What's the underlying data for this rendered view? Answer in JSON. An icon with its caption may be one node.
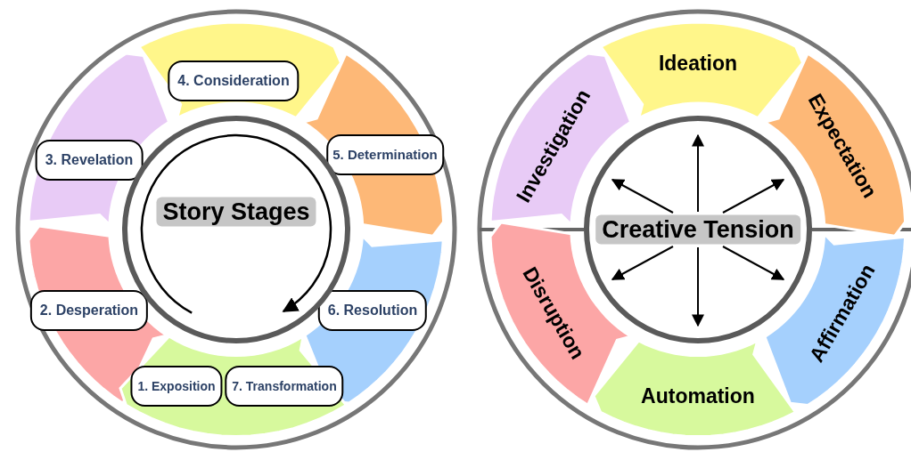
{
  "diagram": {
    "nodes": [
      {
        "text": [],
        "shape": "circle"
      },
      {
        "text": [
          "Story Stages"
        ],
        "in": 0
      },
      {
        "text": [
          "1. Exposition"
        ],
        "in": 22
      },
      {
        "text": [
          "2. Desperation"
        ],
        "in": 20
      },
      {
        "text": [
          "3. Revelation"
        ],
        "in": 18
      },
      {
        "text": [
          "4. Consideration"
        ],
        "in": 17
      },
      {
        "text": [
          "5. Determination"
        ],
        "in": 19
      },
      {
        "text": [
          "6. Resolution"
        ],
        "in": 21
      },
      {
        "text": [
          "7. Transformation"
        ],
        "in": 22
      },
      {
        "text": [],
        "shape": "circle"
      },
      {
        "text": [
          "Creative Tension"
        ],
        "in": 9
      },
      {
        "text": [
          "Ideation"
        ]
      },
      {
        "text": [
          "Investigation"
        ]
      },
      {
        "text": [
          "Expectation"
        ]
      },
      {
        "text": [
          "Disruption"
        ]
      },
      {
        "text": [
          "Affirmation"
        ]
      },
      {
        "text": [
          "Automation"
        ]
      },
      {
        "text": [],
        "shape": "box"
      },
      {
        "text": [],
        "shape": "box"
      },
      {
        "text": [],
        "shape": "box"
      },
      {
        "text": [],
        "shape": "box"
      },
      {
        "text": [],
        "shape": "box"
      },
      {
        "text": [],
        "shape": "box"
      }
    ],
    "edges": [
      {
        "from": 10,
        "to": null,
        "arrow": "to"
      },
      {
        "from": 10,
        "to": null,
        "arrow": "to"
      },
      {
        "from": 10,
        "to": null,
        "arrow": "to"
      },
      {
        "from": 10,
        "to": null,
        "arrow": "to"
      },
      {
        "from": 10,
        "to": null,
        "arrow": "to"
      },
      {
        "from": 10,
        "to": null,
        "arrow": "to"
      }
    ]
  }
}
